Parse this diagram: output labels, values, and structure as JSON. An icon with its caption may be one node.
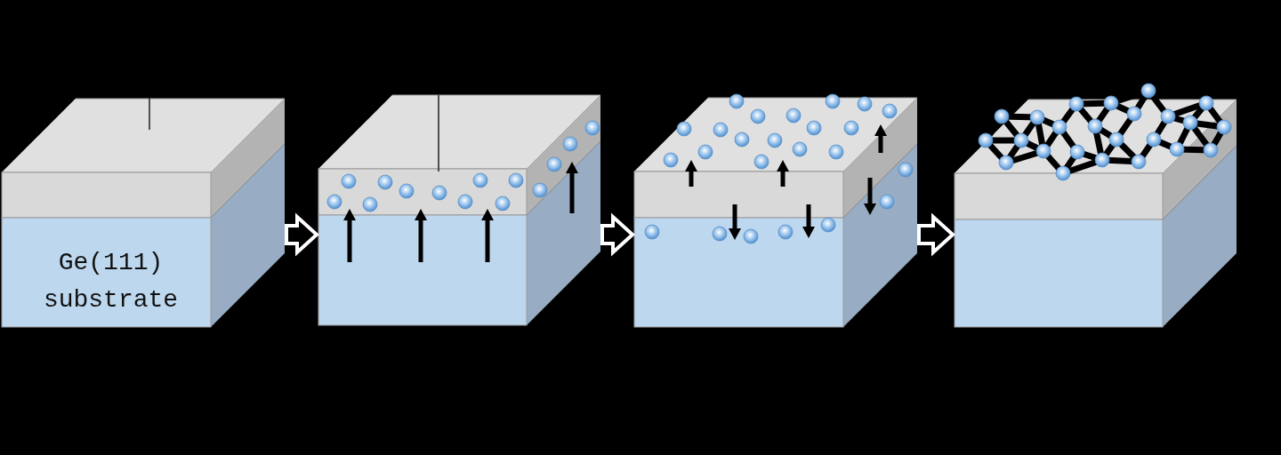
{
  "diagram": {
    "nodes": [
      {
        "text": [
          "Ge(111) substrate"
        ]
      },
      {
        "text": [],
        "shape": "box"
      },
      {
        "text": [],
        "shape": "box"
      },
      {
        "text": [],
        "shape": "box"
      }
    ],
    "edges": [
      {
        "from": 0,
        "to": 1,
        "arrow": "to"
      },
      {
        "from": 1,
        "to": 2,
        "arrow": "to"
      },
      {
        "from": 2,
        "to": 3,
        "arrow": "to"
      },
      {
        "from": null,
        "to": 0,
        "arrow": "none"
      },
      {
        "from": null,
        "to": 1,
        "arrow": "none"
      }
    ]
  }
}
